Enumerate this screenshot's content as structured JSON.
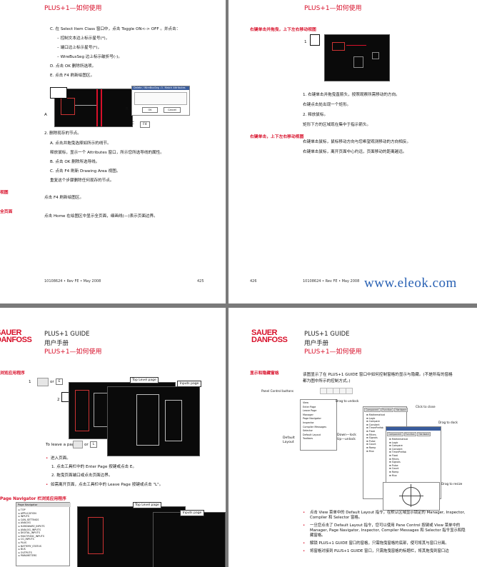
{
  "page1": {
    "header": "PLUS+1—如何使用",
    "steps": [
      "C.  在 Select Item Class 窗口中，点击 Toggle ON<-> OFF 。并点击：",
      "–   控制文本边上标示星号(*)，",
      "–   端口边上标示星号(*)，",
      "–   WireBusSeg 边上标示破折号(-)。",
      "D.  点击 OK 删除所选项。",
      "E.  点击 F4 刷新绘图区。"
    ],
    "fig_labels": {
      "a": "A",
      "b": "B",
      "c": "C",
      "f4": "F4"
    },
    "dialog_title": "Delete / WireBusSeg  -O- Match Attributes",
    "dialog_ok": "OK",
    "dialog_cancel": "Cancel",
    "steps2": [
      "2.  删除现存的节点。",
      "A.  点击并拖曳选择如所示的线节。",
      "     释放鼠标，显示一个 Attributes 窗口，所示您所选导线的属性。",
      "B.  点击 OK 删除所选导线。",
      "C.  点击 F4 刷新 Drawing Area 视图。",
      "     重复这个步骤删除任何现存的节点。"
    ],
    "side_label_1": "视图",
    "refresh_text": "点击 F4 刷新绘图区。",
    "side_label_2": "全页面",
    "home_text": "点击 Home 在绘图区中显示全页面，细画线(—)表示页面边界。",
    "footer_left": "10108624 • Rev FE • May 2008",
    "footer_right": "425"
  },
  "page2": {
    "header": "PLUS+1—如何使用",
    "section1": "右键单击并拖曳，上下左右移动视图",
    "fig_label": "1",
    "items": [
      "1.  右键单击并拖曳直箭头，按照观察所需移动的方向。",
      "     右键点击处出现一个矩形。",
      "2.  释放鼠标。",
      "     矩形下方的区域现在集中于指示箭头。"
    ],
    "section2": "右键单击，上下左右移动视图",
    "items2": [
      "右键单击鼠标，鼠标移动方向与您希望观测移动的方向相反。",
      "右键单击鼠标，离开页面中心约远，页面移动的距离越远。"
    ],
    "footer_left": "426",
    "footer_mid": "10108624 • Rev FE • May 2008",
    "watermark": "www.eleok.com"
  },
  "page3": {
    "logo_top": "SAUER",
    "logo_bottom": "DANFOSS",
    "guide_title": "PLUS+1 GUIDE",
    "guide_sub": "用户手册",
    "header": "PLUS+1—如何使用",
    "section1": "浏览应用程序",
    "label_1": "1",
    "label_or": "or",
    "label_e": "E",
    "label_2": "2",
    "top_level": "Top Level page",
    "inputs_page": "Inputs page",
    "leave_text": "To leave a page:",
    "label_or2": "or",
    "label_l": "L",
    "enter_title": "进入页面。",
    "enter_items": [
      "1.  点击工具栏中的 Enter Page 按键或点击 E。",
      "2.  拖曳页面端口或点击页面边界。"
    ],
    "leave_item": "如需离开页面，点击工具栏中的 Leave Page 按键或点击 \"L\"。",
    "section2": "Page Navigator 栏浏览应用程序",
    "nav_title": "Page Navigator",
    "nav_items": [
      "TOP",
      "APPLICATION",
      "INPUTS",
      "CAN_SETTINGS",
      "ANALOG",
      "HARDWARE_INPUTS",
      "ANALOG_INPUTS",
      "DIGITAL_INPUTS",
      "MULTIFUNC_INPUTS",
      "CG_INPUTS",
      "PLUS",
      "BATTERY_STATUS",
      "BUS",
      "OUTPUTS",
      "PARAMETERS"
    ],
    "top_level_2": "Top Level page",
    "inputs_page_2": "Inputs page"
  },
  "page4": {
    "logo_top": "SAUER",
    "logo_bottom": "DANFOSS",
    "guide_title": "PLUS+1 GUIDE",
    "guide_sub": "用户手册",
    "header": "PLUS+1—如何使用",
    "section": "显示和隐藏窗格",
    "intro": [
      "该图显示了在 PLUS+1 GUIDE 窗口中如何控制窗格的显示与隐藏。(不是所有的窗格",
      "都为图中所示的控制方式。)"
    ],
    "callouts": {
      "pane_control": "Panel Control buttons",
      "drag_undock": "Drag to undock",
      "click_close": "Click to close",
      "drag_dock": "Drag to dock",
      "default_layout": "Default Layout",
      "down_lock": "Down—lock Up—unlock",
      "drag_resize": "Drag to resize"
    },
    "menu_items": [
      "View",
      "Enter Page",
      "Leave Page",
      "Manager",
      "Page Navigator",
      "Inspector",
      "Compiler Messages",
      "Selector",
      "Default Layout",
      "Toolbars"
    ],
    "tabs": [
      "Component",
      "Function",
      "Hardware"
    ],
    "tree_items": [
      "Mathematical",
      "Logic",
      "Compare",
      "Constant",
      "TimerPrefab",
      "Float",
      "Filters",
      "Signals",
      "Pulse",
      "Count",
      "Ramp",
      "Mux"
    ],
    "bullets": [
      "点击 View 菜单中的 Default Layout 指令，在默认区域显示锁定的 Manager, Inspector, Compiler 和 Selector 窗格。",
      "一旦您点击了 Default Layout 指令，您可以使用 Pane Control 按键或 View 菜单中的 Manager, Page Navigator, Inspector, Compiler Messages 和 Selector 指令显示和隐藏窗格。",
      "解锁 PLUS+1 GUIDE 窗口的窗格，只需拖曳窗格的底部，使可将其与窗口分离。",
      "将窗格对接到 PLUS+1 GUIDE 窗口，只需拖曳窗格的标题栏，将其拖曳到窗口边"
    ]
  }
}
